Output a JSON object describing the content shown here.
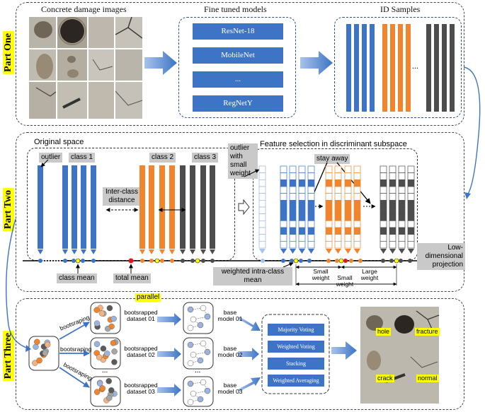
{
  "part_one": {
    "label": "Part One",
    "heading_images": "Concrete damage images",
    "heading_models": "Fine tuned models",
    "heading_samples": "ID Samples",
    "models": [
      "ResNet-18",
      "MobileNet",
      "...",
      "RegNetY"
    ],
    "samples_ellipsis": "..."
  },
  "part_two": {
    "label": "Part Two",
    "original_space": "Original space",
    "feature_selection": "Feature selection in discriminant subspace",
    "outlier": "outlier",
    "class1": "class 1",
    "class2": "class 2",
    "class3": "class 3",
    "inter_class_distance": "Inter-class distance",
    "outlier_small_weight": "outlier with small weight",
    "stay_away": "stay away",
    "class_mean": "class mean",
    "total_mean": "total mean",
    "weighted_intra_class_mean": "weighted intra-class mean",
    "low_dim_projection": "Low-dimensional projection",
    "small_weight_1": "Small weight",
    "small_weight_2": "Small weight",
    "large_weight": "Large weight"
  },
  "part_three": {
    "label": "Part Three",
    "parallel": "parallel",
    "bootstrapping": [
      "bootsraping",
      "bootsraping",
      "bootsraping"
    ],
    "datasets": [
      "bootsrapped dataset 01",
      "bootsrapped dataset 02",
      "bootsrapped dataset 03"
    ],
    "base_models": [
      "base model 01",
      "base model 02",
      "base model 03"
    ],
    "ellipsis": "...",
    "ensembles": [
      "Majority Voting",
      "Weighted Voting",
      "Stacking",
      "Weighted Averaging"
    ],
    "result_tags": [
      "hole",
      "fracture",
      "crack",
      "normal"
    ]
  },
  "colors": {
    "blue": "#3d74c5",
    "orange": "#f0852d",
    "dark": "#4d4d4d",
    "yellow": "#ffff00",
    "red": "#e8141b"
  }
}
